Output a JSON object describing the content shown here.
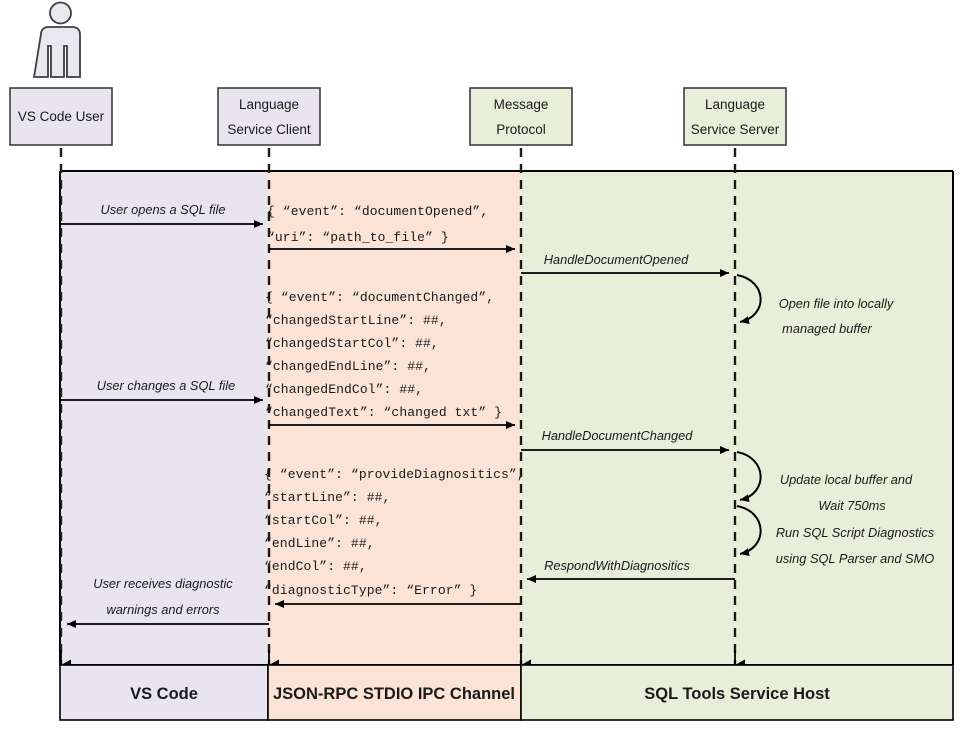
{
  "diagram": {
    "title": "SQL Tools Service language service sequence diagram",
    "colors": {
      "vscode_band": "#e8e5f0",
      "ipc_band": "#fbe4d5",
      "service_band": "#e8eeda",
      "outline": "#000000",
      "header_outline": "#3d3d3d",
      "text": "#1a1a1a"
    },
    "actor": {
      "name": "actor-figure"
    },
    "participants": [
      {
        "id": "vscode-user",
        "line1": "VS Code User",
        "line2": "",
        "fill": "#e8e5f0"
      },
      {
        "id": "language-client",
        "line1": "Language",
        "line2": "Service Client",
        "fill": "#e8e5f0"
      },
      {
        "id": "message-protocol",
        "line1": "Message",
        "line2": "Protocol",
        "fill": "#e8eeda"
      },
      {
        "id": "language-server",
        "line1": "Language",
        "line2": "Service Server",
        "fill": "#e8eeda"
      }
    ],
    "bands": [
      {
        "id": "vscode",
        "label": "VS Code",
        "fill": "#e8e5f0"
      },
      {
        "id": "ipc",
        "label": "JSON-RPC STDIO IPC Channel",
        "fill": "#fbe4d5"
      },
      {
        "id": "service",
        "label": "SQL Tools Service Host",
        "fill": "#e8eeda"
      }
    ],
    "messages": [
      {
        "id": "user-opens-file",
        "label": "User opens a SQL file",
        "direction": "right"
      },
      {
        "id": "handle-document-opened",
        "label": "HandleDocumentOpened",
        "direction": "right"
      },
      {
        "id": "user-changes-file",
        "label": "User changes a SQL file",
        "direction": "right"
      },
      {
        "id": "handle-document-changed",
        "label": "HandleDocumentChanged",
        "direction": "right"
      },
      {
        "id": "respond-with-diagnositics",
        "label": "RespondWithDiagnositics",
        "direction": "left"
      },
      {
        "id": "user-receives-diagnostics",
        "label_line1": "User receives diagnostic",
        "label_line2": "warnings and errors",
        "direction": "left"
      }
    ],
    "notes": [
      {
        "id": "open-file-buffer",
        "line1": "Open file into locally",
        "line2": "managed buffer"
      },
      {
        "id": "update-buffer-wait",
        "line1": "Update local buffer and",
        "line2": "Wait 750ms"
      },
      {
        "id": "run-diagnostics",
        "line1": "Run SQL Script Diagnostics",
        "line2": "using SQL Parser and SMO"
      }
    ],
    "payloads": [
      {
        "id": "document-opened-payload",
        "lines": [
          "{  “event”: “documentOpened”,",
          "   “uri”: “path_to_file” }"
        ]
      },
      {
        "id": "document-changed-payload",
        "lines": [
          "{  “event”: “documentChanged”,",
          "   “changedStartLine”: ##,",
          "   “changedStartCol”: ##,",
          "   “changedEndLine”: ##,",
          "   “changedEndCol”: ##,",
          "   “changedText”: “changed txt” }"
        ]
      },
      {
        "id": "provide-diagnositics-payload",
        "lines": [
          "{  “event”: “provideDiagnositics”,",
          "   “startLine”: ##,",
          "   “startCol”: ##,",
          "   “endLine”: ##,",
          "   “endCol”: ##,",
          "   “diagnosticType”: “Error” }"
        ]
      }
    ]
  }
}
